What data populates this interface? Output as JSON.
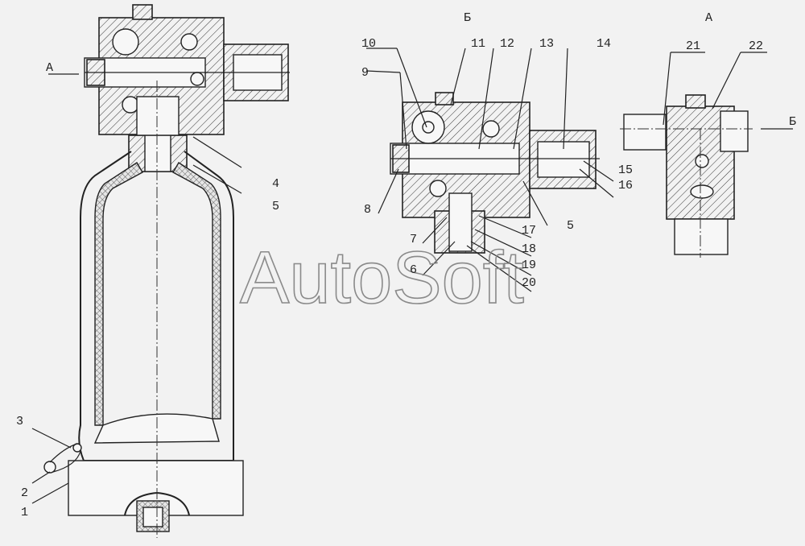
{
  "watermark": "AutoSoft",
  "section_labels": {
    "a_arrow": "А",
    "b_title": "Б",
    "a_title": "А",
    "b_arrow": "Б"
  },
  "callouts": [
    "1",
    "2",
    "3",
    "4",
    "5",
    "5",
    "6",
    "7",
    "8",
    "9",
    "10",
    "11",
    "12",
    "13",
    "14",
    "15",
    "16",
    "17",
    "18",
    "19",
    "20",
    "21",
    "22"
  ]
}
